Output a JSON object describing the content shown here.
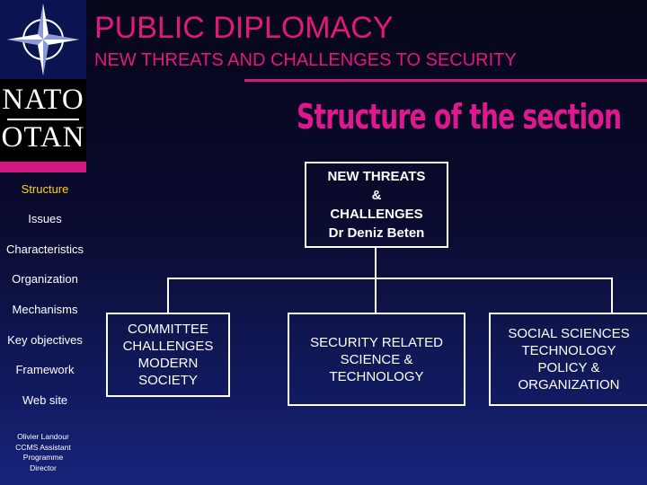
{
  "header": {
    "title": "PUBLIC DIPLOMACY",
    "subtitle": "NEW THREATS AND CHALLENGES TO SECURITY",
    "logo_text_top": "NATO",
    "logo_text_bottom": "OTAN"
  },
  "heading": "Structure of the section",
  "nav": {
    "items": [
      {
        "label": "Structure",
        "active": true
      },
      {
        "label": "Issues"
      },
      {
        "label": "Characteristics"
      },
      {
        "label": "Organization"
      },
      {
        "label": "Mechanisms"
      },
      {
        "label": "Key objectives"
      },
      {
        "label": "Framework"
      },
      {
        "label": "Web site"
      }
    ]
  },
  "credit": "Olivier Landour\nCCMS Assistant\nProgramme\nDirector",
  "org_chart": {
    "root": "NEW THREATS\n&\nCHALLENGES\nDr Deniz Beten",
    "children": [
      "COMMITTEE\nCHALLENGES\nMODERN\nSOCIETY",
      "SECURITY RELATED\nSCIENCE  &\nTECHNOLOGY",
      "SOCIAL SCIENCES\nTECHNOLOGY\nPOLICY &\nORGANIZATION"
    ]
  },
  "colors": {
    "accent": "#e5177e",
    "active_nav": "#ffd200",
    "background_top": "#06061a",
    "background_bottom": "#16237a"
  },
  "icons": {
    "logo": "nato-compass-star-icon"
  }
}
